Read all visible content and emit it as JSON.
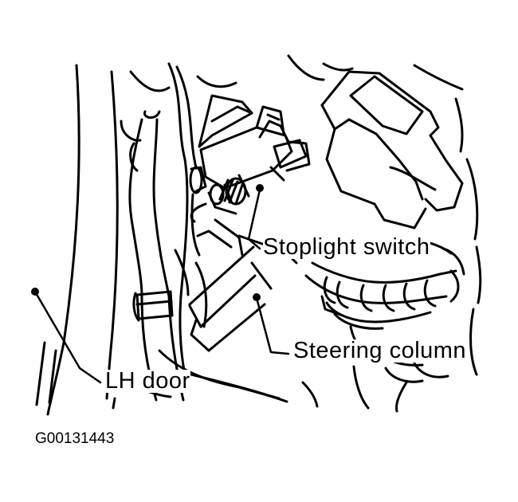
{
  "labels": {
    "stoplight_switch": "Stoplight switch",
    "steering_column": "Steering column",
    "lh_door": "LH door"
  },
  "figure_id": "G00131443",
  "colors": {
    "line": "#000000",
    "background": "#ffffff"
  }
}
